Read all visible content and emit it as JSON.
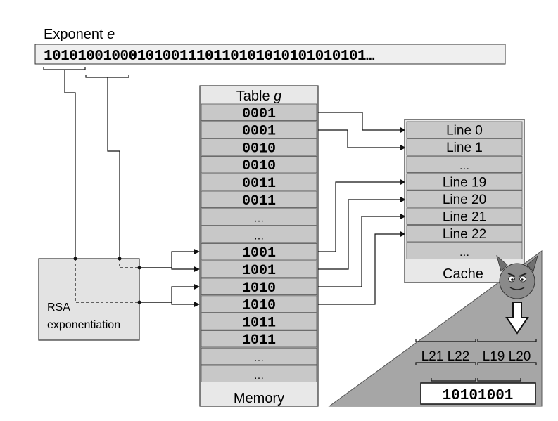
{
  "exponent": {
    "label_text": "Exponent ",
    "label_var": "e",
    "bits": "10101001000101001110110101010101010101…"
  },
  "table": {
    "title_text": "Table ",
    "title_var": "g",
    "entries": [
      "0001",
      "0001",
      "0010",
      "0010",
      "0011",
      "0011",
      "…",
      "…",
      "1001",
      "1001",
      "1010",
      "1010",
      "1011",
      "1011",
      "…",
      "…"
    ],
    "footer": "Memory"
  },
  "cache": {
    "lines": [
      "Line 0",
      "Line 1",
      "…",
      "Line 19",
      "Line 20",
      "Line 21",
      "Line 22",
      "…"
    ],
    "footer": "Cache"
  },
  "rsa": {
    "line1": "RSA",
    "line2": "exponentiation"
  },
  "attack": {
    "observed": [
      "L21 L22",
      "L19 L20"
    ],
    "recovered": "10101001"
  },
  "colors": {
    "cell_fill": "#c8c8c8",
    "header_fill": "#efefef",
    "triangle_fill": "#a6a6a6",
    "devil_face": "#8a8a8a",
    "stroke": "#222222"
  }
}
